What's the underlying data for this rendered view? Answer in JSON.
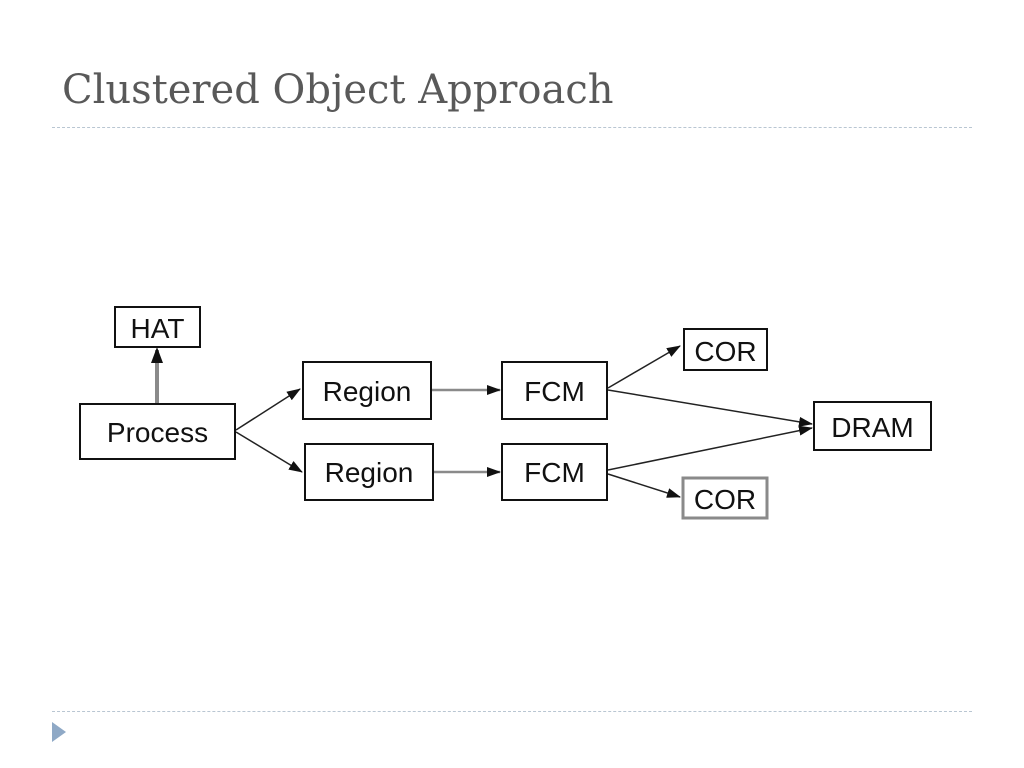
{
  "slide": {
    "title": "Clustered Object Approach"
  },
  "diagram": {
    "nodes": {
      "hat": "HAT",
      "process": "Process",
      "region_top": "Region",
      "region_bottom": "Region",
      "fcm_top": "FCM",
      "fcm_bottom": "FCM",
      "cor_top": "COR",
      "cor_bottom": "COR",
      "dram": "DRAM"
    },
    "edges": [
      [
        "process",
        "hat"
      ],
      [
        "process",
        "region_top"
      ],
      [
        "process",
        "region_bottom"
      ],
      [
        "region_top",
        "fcm_top"
      ],
      [
        "region_bottom",
        "fcm_bottom"
      ],
      [
        "fcm_top",
        "cor_top"
      ],
      [
        "fcm_top",
        "dram"
      ],
      [
        "fcm_bottom",
        "dram"
      ],
      [
        "fcm_bottom",
        "cor_bottom"
      ]
    ]
  },
  "colors": {
    "title": "#595959",
    "rule": "#b9c6d2",
    "corner_arrow": "#8fa9c6",
    "box_border": "#111111",
    "gray_edge": "#8a8a8a"
  }
}
